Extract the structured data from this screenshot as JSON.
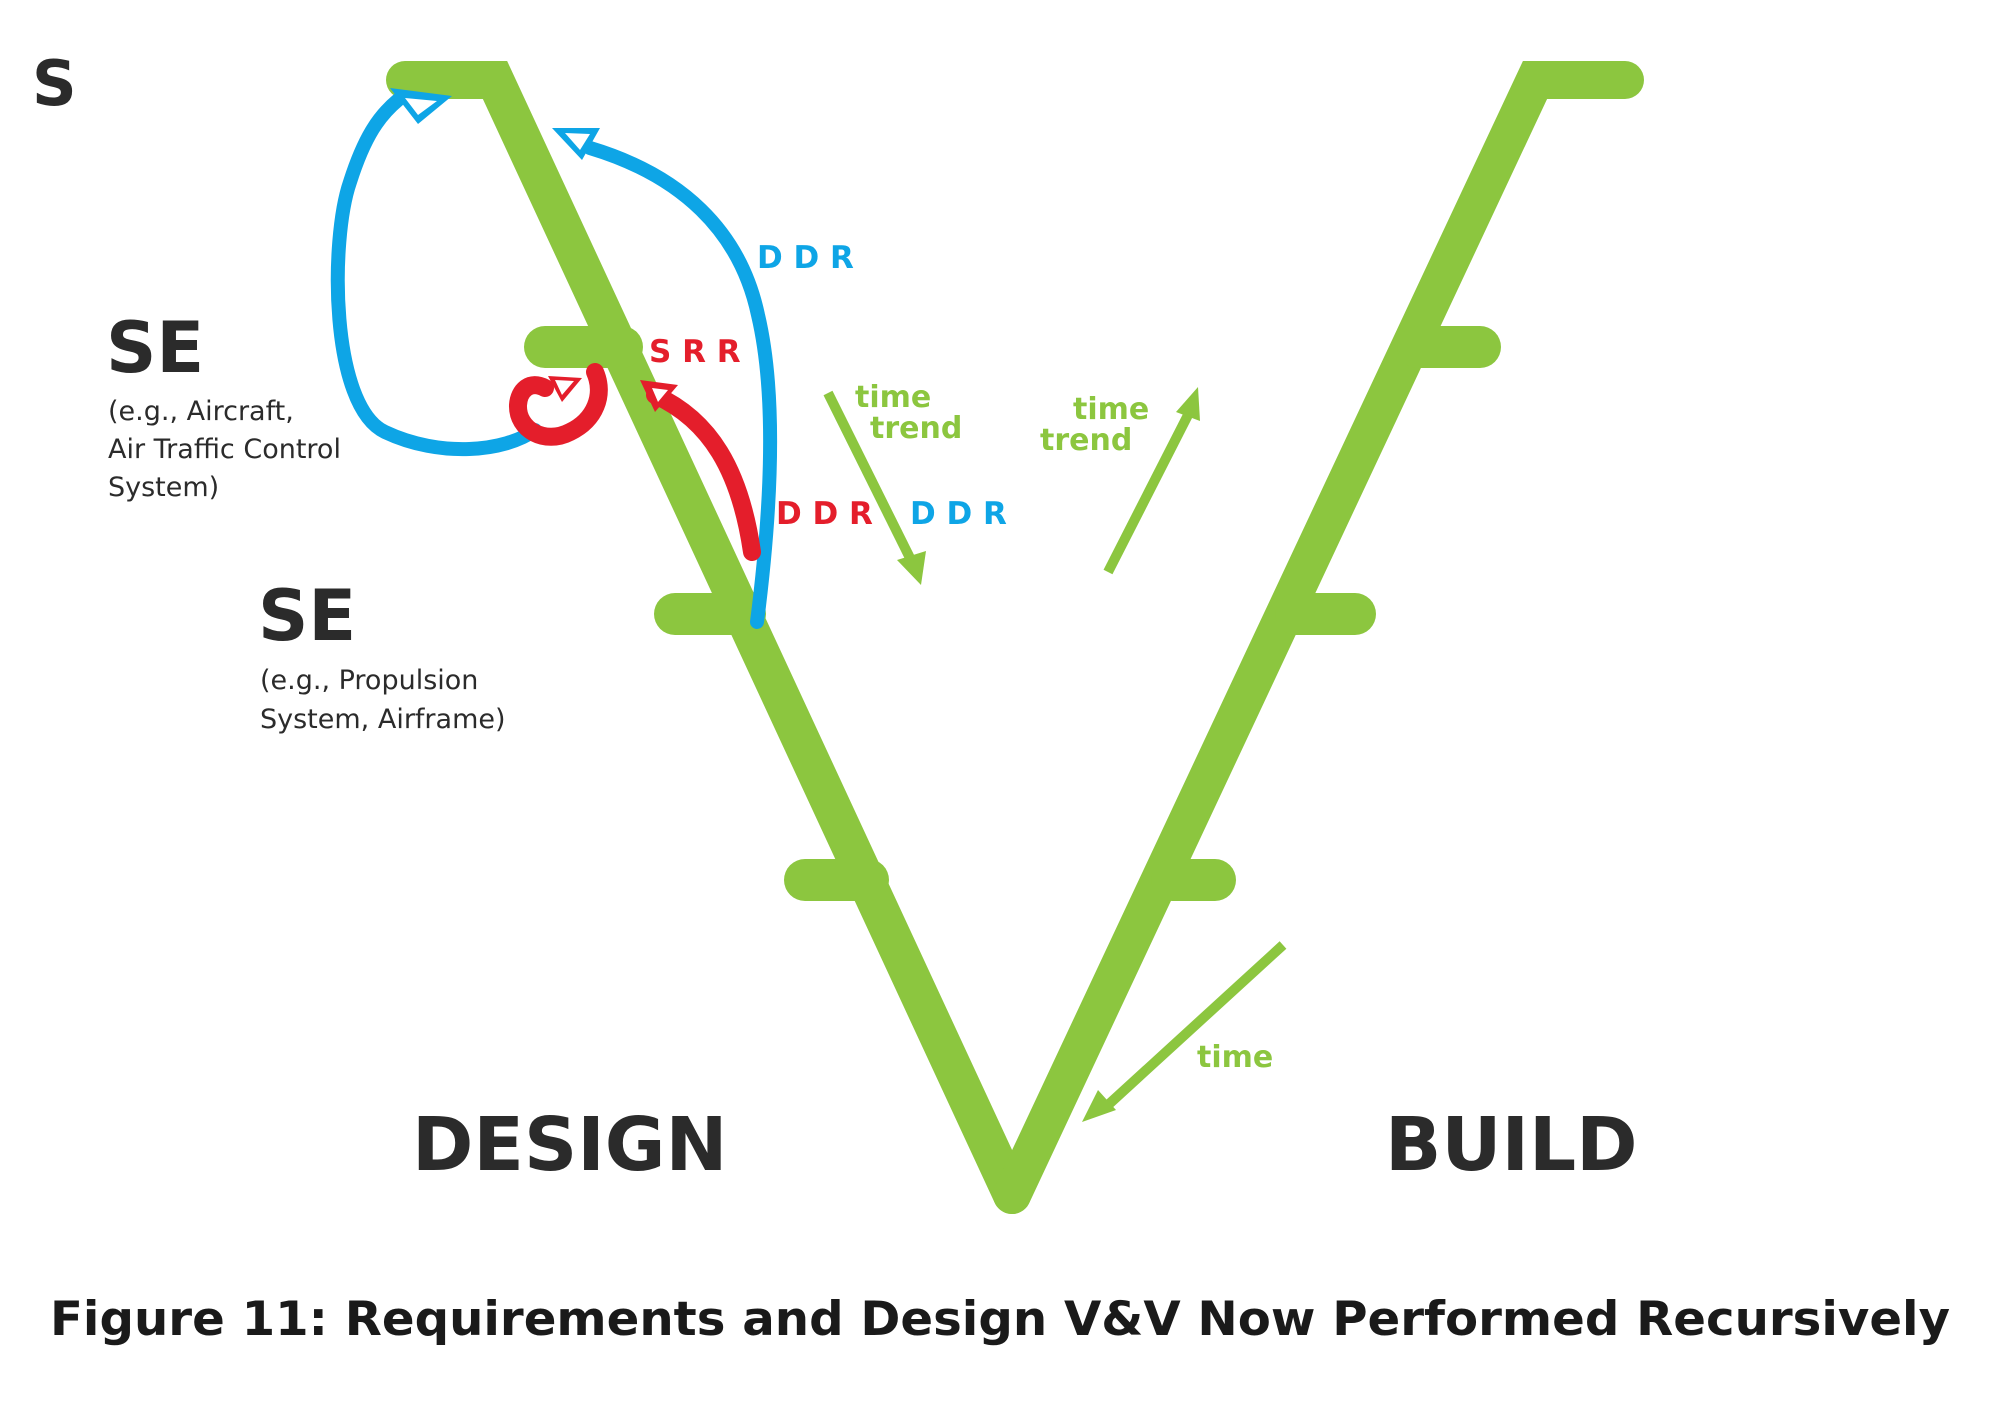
{
  "colors": {
    "v_green": "#8cc63f",
    "blue": "#0ea5e6",
    "red": "#e41e2b",
    "dark_text": "#2b2b2b",
    "green_text": "#8cc63f"
  },
  "levels": {
    "top": {
      "label": "S"
    },
    "mid": {
      "label": "SE",
      "sub1": "(e.g., Aircraft,",
      "sub2": "Air Traffic Control",
      "sub3": "System)"
    },
    "low": {
      "label": "SE",
      "sub1": "(e.g., Propulsion",
      "sub2": "System, Airframe)"
    }
  },
  "reviews": {
    "ddr_blue_top": "D D R",
    "srr_red": "S R R",
    "ddr_red": "D D R",
    "ddr_blue_mid": "D D R"
  },
  "trends": {
    "down_line1": "time",
    "down_line2": "trend",
    "up_line1": "time",
    "up_line2": "trend",
    "bottom": "time"
  },
  "phases": {
    "design": "DESIGN",
    "build": "BUILD"
  },
  "caption": "Figure 11: Requirements and Design V&V Now Performed Recursively"
}
